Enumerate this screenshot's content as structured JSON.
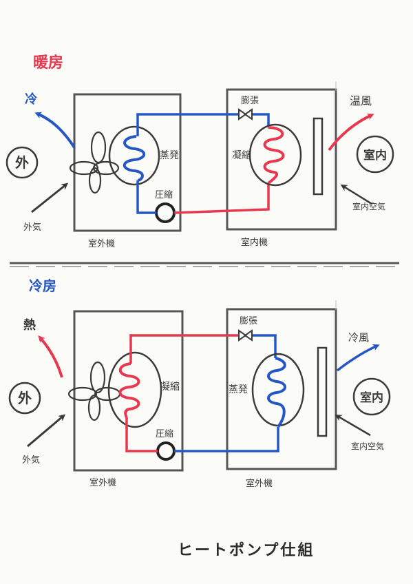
{
  "colors": {
    "paper": "#fbfbf8",
    "ink": "#3a3a3a",
    "hot": "#e8384f",
    "cold": "#2457c5",
    "guide": "#d8d8d8"
  },
  "heating": {
    "title": "暖房",
    "exhaust_label": "冷",
    "outside_circle": "外",
    "evaporator_label": "蒸発",
    "compressor_label": "圧縮",
    "outdoor_air_label": "外気",
    "outdoor_unit_label": "室外機",
    "expansion_label": "膨張",
    "condenser_label": "凝縮",
    "supply_label": "温風",
    "indoor_circle": "室内",
    "indoor_air_label": "室内空気",
    "indoor_unit_label": "室内機"
  },
  "cooling": {
    "title": "冷房",
    "exhaust_label": "熱",
    "outside_circle": "外",
    "condenser_label": "凝縮",
    "compressor_label": "圧縮",
    "outdoor_air_label": "外気",
    "outdoor_unit_label": "室外機",
    "expansion_label": "膨張",
    "evaporator_label": "蒸発",
    "supply_label": "冷風",
    "indoor_circle": "室内",
    "indoor_air_label": "室内空気",
    "indoor_unit_label": "室外機"
  },
  "footer": {
    "title": "ヒートポンプ仕組"
  }
}
